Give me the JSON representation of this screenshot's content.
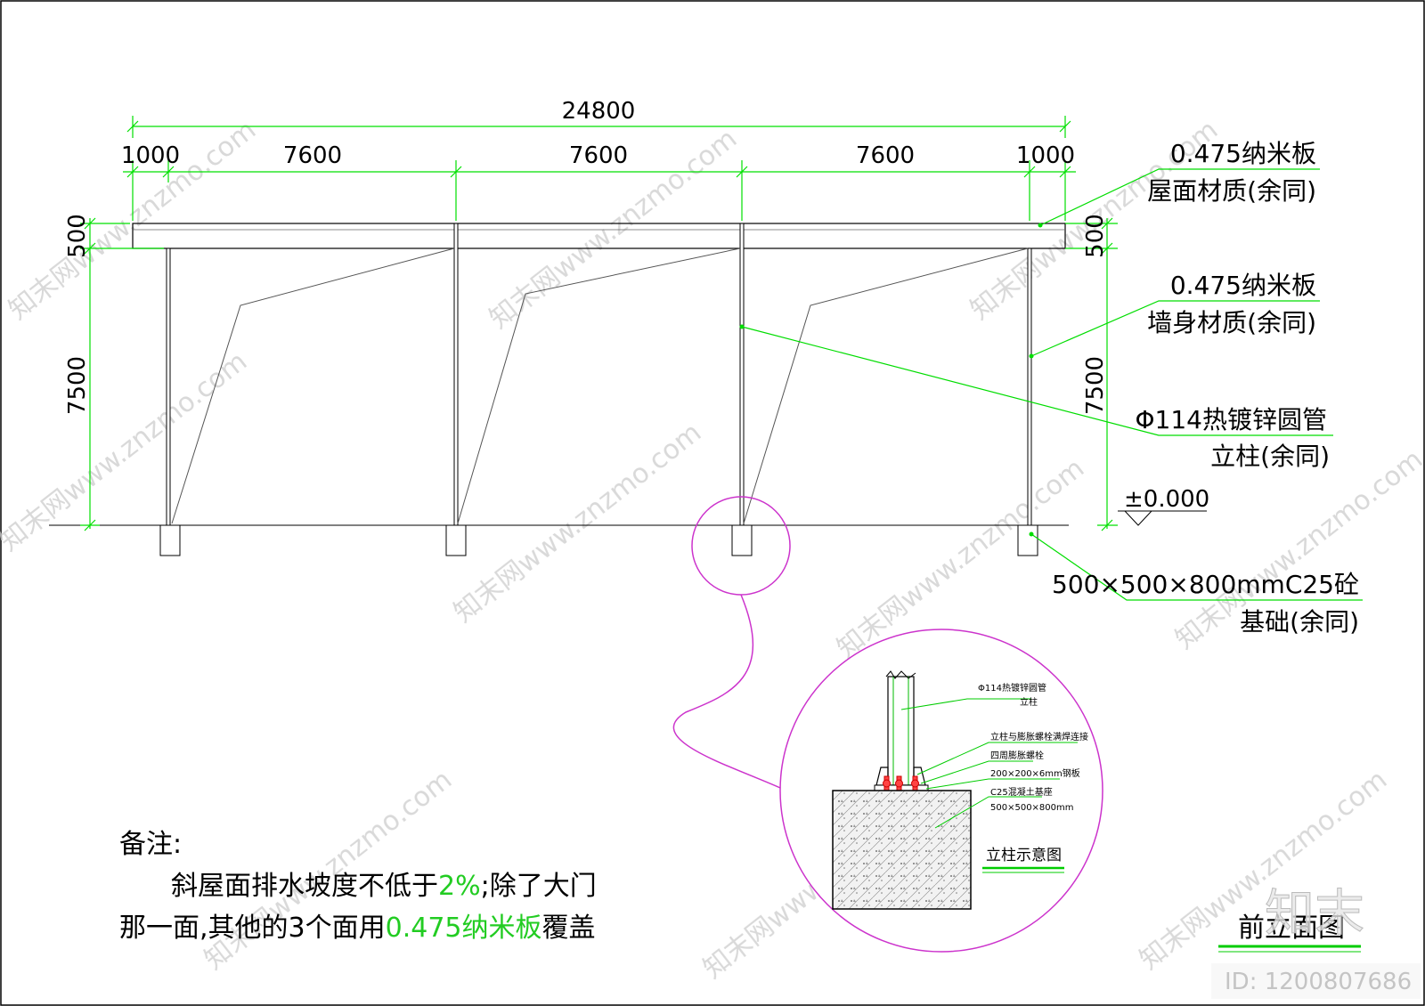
{
  "colors": {
    "line": "#000000",
    "dimension": "#00ff00",
    "leader": "#00dd00",
    "callout": "#cc33cc",
    "bolt": "#ff0000",
    "watermark": "#c8c8c8",
    "note_accent": "#00cc00"
  },
  "dimensions": {
    "overall": "24800",
    "top_segments": [
      "1000",
      "7600",
      "7600",
      "7600",
      "1000"
    ],
    "roof_thickness_left": "500",
    "roof_thickness_right": "500",
    "height_left": "7500",
    "height_right": "7500"
  },
  "level_mark": "±0.000",
  "labels": [
    {
      "line1": "0.475纳米板",
      "line2": "屋面材质(余同)"
    },
    {
      "line1": "0.475纳米板",
      "line2": "墙身材质(余同)"
    },
    {
      "line1": "Φ114热镀锌圆管",
      "line2": "立柱(余同)"
    },
    {
      "line1": "500×500×800mmC25砼",
      "line2": "基础(余同)"
    }
  ],
  "detail": {
    "title": "立柱示意图",
    "labels": [
      "Φ114热镀锌圆管",
      "立柱",
      "立柱与膨胀螺栓满焊连接",
      "四周膨胀螺栓",
      "200×200×6mm钢板",
      "C25混凝土基座",
      "500×500×800mm"
    ]
  },
  "notes": {
    "heading": "备注:",
    "line1_a": "斜屋面排水坡度不低于",
    "line1_b": "2%",
    "line1_c": ";除了大门",
    "line2_a": "那一面,其他的3个面用",
    "line2_b": "0.475纳米板",
    "line2_c": "覆盖"
  },
  "view_title": "前立面图",
  "watermark": {
    "text": "知末网www.znzmo.com",
    "logo": "知末",
    "id": "ID: 1200807686"
  }
}
